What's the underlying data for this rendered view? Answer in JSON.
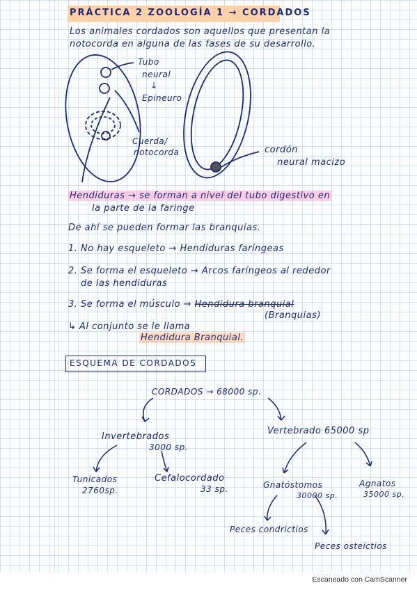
{
  "title": "PRÁCTICA 2 ZOOLOGÍA 1 → CORDADOS",
  "intro": {
    "line1": "Los animales cordados son aquellos que presentan la",
    "line2": "notocorda en alguna de las fases de su desarrollo."
  },
  "diagram_labels": {
    "tubo": "Tubo",
    "neural": "neural",
    "arrow": "↓",
    "epineuro": "Epineuro",
    "cuerda": "Cuerda/",
    "notocorda": "notocorda",
    "cordon1": "cordón",
    "cordon2": "neural macizo"
  },
  "hendiduras": {
    "line1": "Hendiduras → se forman a nivel del tubo digestivo en",
    "line2": "la parte de la faringe"
  },
  "branquias_intro": "De ahí se pueden formar las branquias.",
  "steps": {
    "s1": "1. No hay esqueleto → Hendiduras faríngeas",
    "s2a": "2. Se forma el esqueleto → Arcos faríngeos al rededor",
    "s2b": "de las hendiduras",
    "s3a": "3. Se forma el músculo →",
    "s3_struck": "Hendidura branquial",
    "s3b": "(Branquias)",
    "s4a": "↳ Al conjunto se le llama",
    "s4b": "Hendidura Branquial."
  },
  "esquema_title": "ESQUEMA DE CORDADOS",
  "tree": {
    "root": "CORDADOS → 68000 sp.",
    "invert": "Invertebrados",
    "invert_count": "3000 sp.",
    "vert": "Vertebrado 65000 sp",
    "tunicados": "Tunicados",
    "tunicados_count": "2760sp.",
    "cefalo": "Cefalocordado",
    "cefalo_count": "33 sp.",
    "gnato": "Gnatóstomos",
    "gnato_count": "30000 sp.",
    "agnatos": "Agnatos",
    "agnatos_count": "35000 sp.",
    "condrictios": "Peces condrictios",
    "osteictios": "Peces osteictios"
  },
  "footer": "Escaneado con CamScanner",
  "colors": {
    "ink": "#1f2a78",
    "title_bg": "#ffd1a8",
    "highlight_pink": "#ffaad2",
    "highlight_orange": "#ffbe8c"
  }
}
